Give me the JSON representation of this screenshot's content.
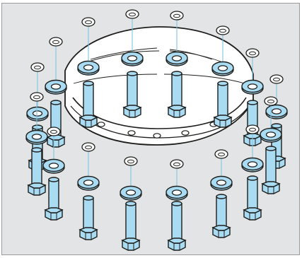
{
  "figure": {
    "subject": "exploded-flange-bolt-pattern",
    "colors": {
      "frame_background": "#e3e4e5",
      "frame_border": "#9a9b9d",
      "dome_fill": "#ffffff",
      "part_fill": "#a9dcf3",
      "washer_hole": "#ffffff",
      "line": "#1d1d1b",
      "leader_line": "#7fc4e4"
    },
    "icons": [
      "flange-dome",
      "hex-bolt",
      "flat-washer",
      "small-ring",
      "leader-line"
    ]
  }
}
